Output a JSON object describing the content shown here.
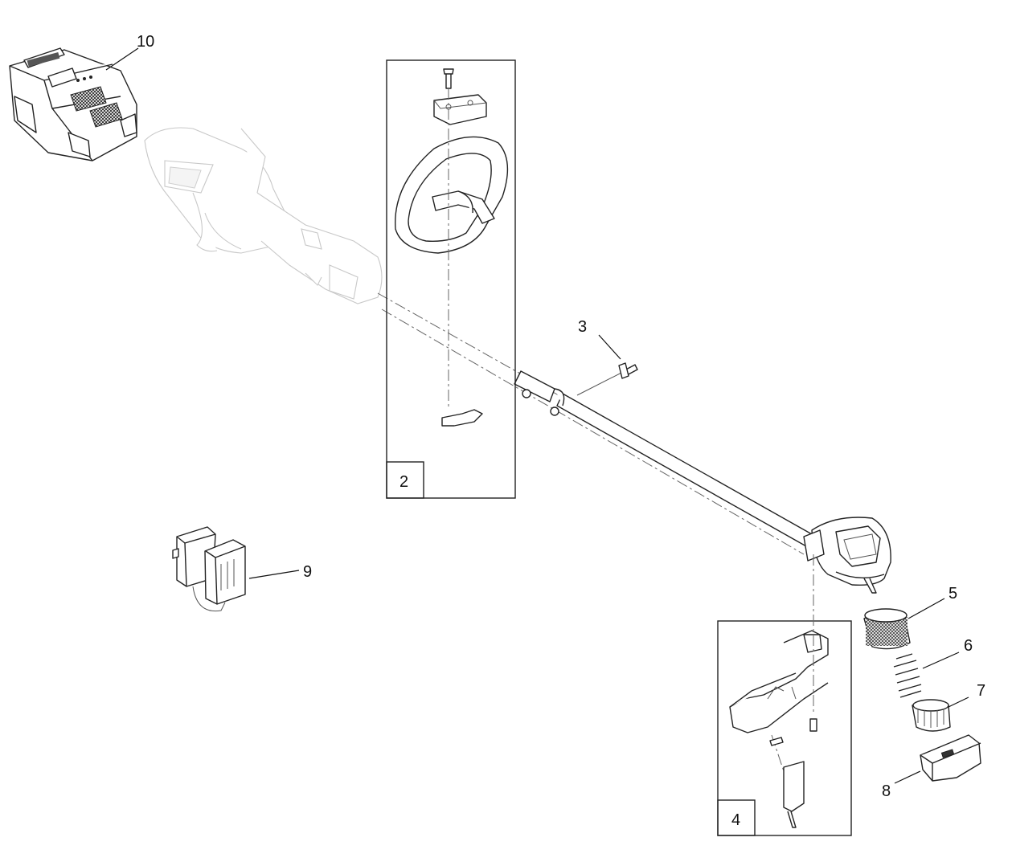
{
  "callouts": {
    "c2": "2",
    "c3": "3",
    "c4": "4",
    "c5": "5",
    "c6": "6",
    "c7": "7",
    "c8": "8",
    "c9": "9",
    "c10": "10"
  }
}
